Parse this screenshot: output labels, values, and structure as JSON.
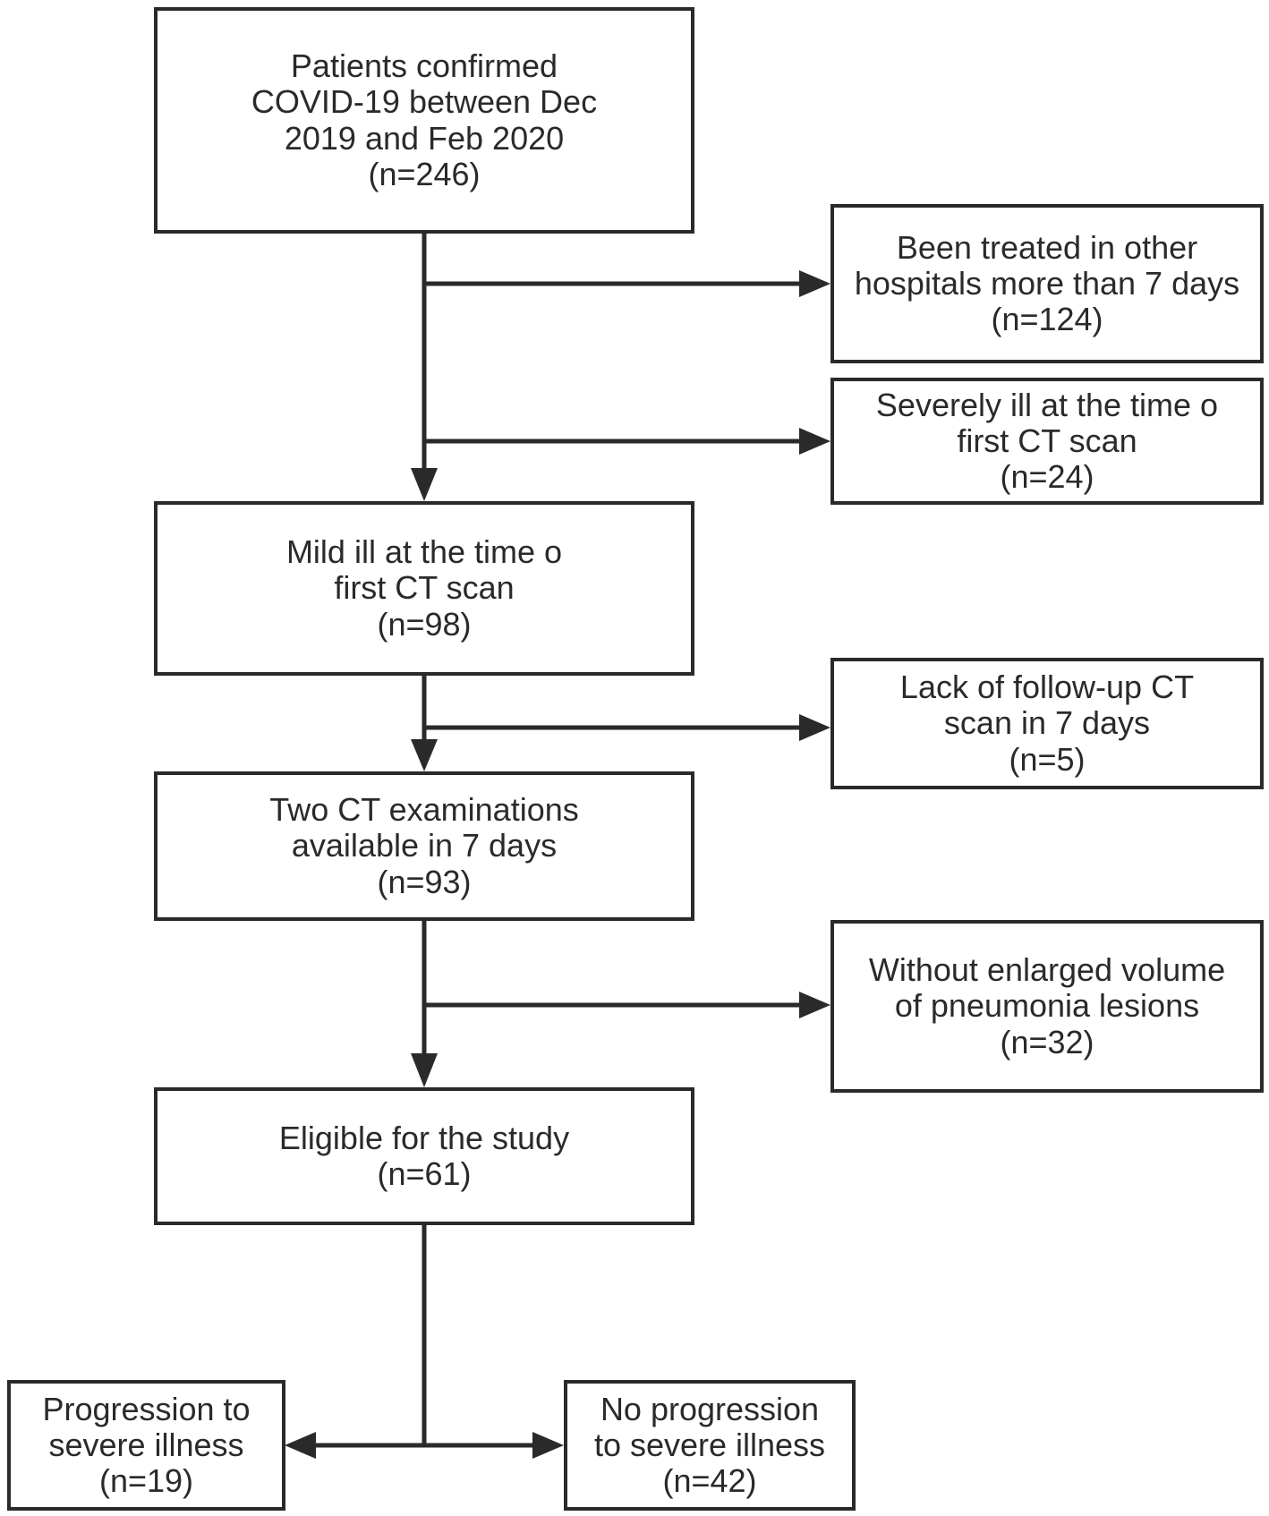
{
  "boxes": {
    "patients_confirmed": {
      "lines": [
        "Patients confirmed",
        "COVID-19 between Dec",
        "2019 and Feb 2020",
        "(n=246)"
      ]
    },
    "treated_other_hospitals": {
      "lines": [
        "Been treated in other",
        "hospitals more than 7 days",
        "(n=124)"
      ]
    },
    "severely_ill": {
      "lines": [
        "Severely ill at the time o",
        "first CT scan",
        "(n=24)"
      ]
    },
    "mild_ill": {
      "lines": [
        "Mild ill at the time o",
        "first CT  scan",
        "(n=98)"
      ]
    },
    "lack_followup": {
      "lines": [
        "Lack of follow-up CT",
        "scan in 7 days",
        "(n=5)"
      ]
    },
    "two_ct": {
      "lines": [
        "Two CT examinations",
        "available in 7 days",
        "(n=93)"
      ]
    },
    "without_enlarged": {
      "lines": [
        "Without enlarged volume",
        "of pneumonia lesions",
        "(n=32)"
      ]
    },
    "eligible": {
      "lines": [
        "Eligible for the study",
        "(n=61)"
      ]
    },
    "progression": {
      "lines": [
        "Progression to",
        "severe illness",
        "(n=19)"
      ]
    },
    "no_progression": {
      "lines": [
        "No progression",
        "to severe illness",
        "(n=42)"
      ]
    }
  },
  "colors": {
    "stroke": "#2a2a2a",
    "background": "#ffffff"
  }
}
